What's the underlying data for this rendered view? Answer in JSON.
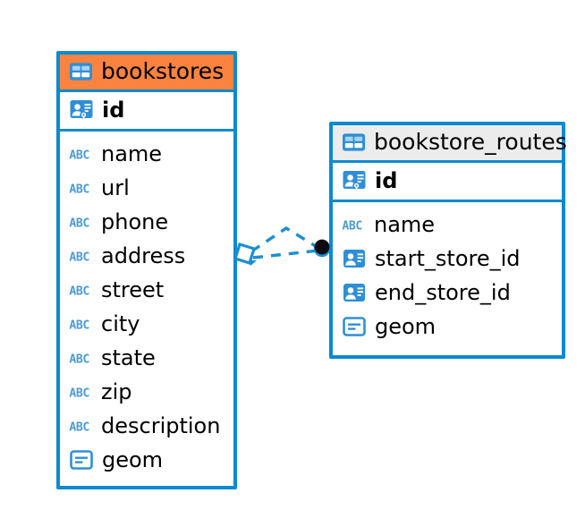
{
  "diagram": {
    "type": "entity-relationship-diagram",
    "background_color": "#ffffff",
    "accent_color": "#0b8ad1",
    "highlight_color": "#fb8340",
    "header_plain_color": "#ececed"
  },
  "entities": [
    {
      "name": "bookstores",
      "header_style": "accent",
      "table_icon": "table-icon",
      "primary_key": {
        "label": "id",
        "icon": "primary-key-icon"
      },
      "fields": [
        {
          "label": "name",
          "icon": "abc-text-icon"
        },
        {
          "label": "url",
          "icon": "abc-text-icon"
        },
        {
          "label": "phone",
          "icon": "abc-text-icon"
        },
        {
          "label": "address",
          "icon": "abc-text-icon"
        },
        {
          "label": "street",
          "icon": "abc-text-icon"
        },
        {
          "label": "city",
          "icon": "abc-text-icon"
        },
        {
          "label": "state",
          "icon": "abc-text-icon"
        },
        {
          "label": "zip",
          "icon": "abc-text-icon"
        },
        {
          "label": "description",
          "icon": "abc-text-icon"
        },
        {
          "label": "geom",
          "icon": "geometry-icon"
        }
      ]
    },
    {
      "name": "bookstore_routes",
      "header_style": "plain",
      "table_icon": "table-icon",
      "primary_key": {
        "label": "id",
        "icon": "primary-key-icon"
      },
      "fields": [
        {
          "label": "name",
          "icon": "abc-text-icon"
        },
        {
          "label": "start_store_id",
          "icon": "foreign-key-icon"
        },
        {
          "label": "end_store_id",
          "icon": "foreign-key-icon"
        },
        {
          "label": "geom",
          "icon": "geometry-icon"
        }
      ]
    }
  ],
  "relationship": {
    "name": "bookstores-to-bookstore_routes",
    "line_style": "dashed",
    "line_color": "#0b8ad1",
    "source_marker": "diamond-arrow-marker",
    "target_marker": "filled-circle-marker"
  }
}
